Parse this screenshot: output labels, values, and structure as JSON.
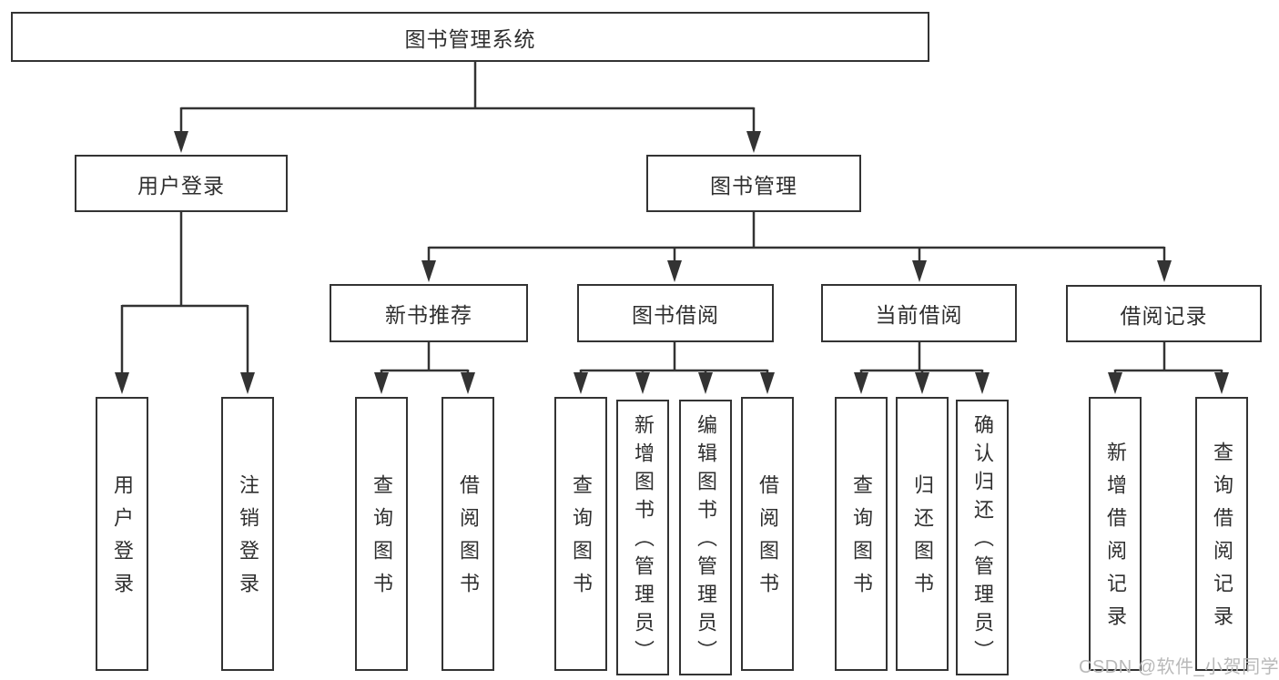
{
  "diagram": {
    "title": "图书管理系统",
    "colors": {
      "line": "#333333",
      "box_border": "#333333",
      "text": "#2f2f2f",
      "watermark": "#b9b9b9",
      "background": "#ffffff"
    },
    "nodes": {
      "root": {
        "label": "图书管理系统"
      },
      "user_login": {
        "label": "用户登录"
      },
      "book_mgmt": {
        "label": "图书管理"
      },
      "new_book_rec": {
        "label": "新书推荐"
      },
      "book_borrow": {
        "label": "图书借阅"
      },
      "current_borrow": {
        "label": "当前借阅"
      },
      "borrow_record": {
        "label": "借阅记录"
      }
    },
    "leaves": {
      "user_login": {
        "label": "用户登录"
      },
      "logout": {
        "label": "注销登录"
      },
      "rec_query_book": {
        "label": "查询图书"
      },
      "rec_borrow_book": {
        "label": "借阅图书"
      },
      "bor_query_book": {
        "label": "查询图书"
      },
      "bor_add_book": {
        "label": "新增图书（管理员）"
      },
      "bor_edit_book": {
        "label": "编辑图书（管理员）"
      },
      "bor_borrow_book": {
        "label": "借阅图书"
      },
      "cur_query_book": {
        "label": "查询图书"
      },
      "cur_return_book": {
        "label": "归还图书"
      },
      "cur_confirm_return": {
        "label": "确认归还（管理员）"
      }
    },
    "record_leaves": {
      "add_record": {
        "label": "新增借阅记录"
      },
      "query_record": {
        "label": "查询借阅记录"
      }
    }
  },
  "watermark": {
    "text": "CSDN @软件_小贺同学"
  }
}
